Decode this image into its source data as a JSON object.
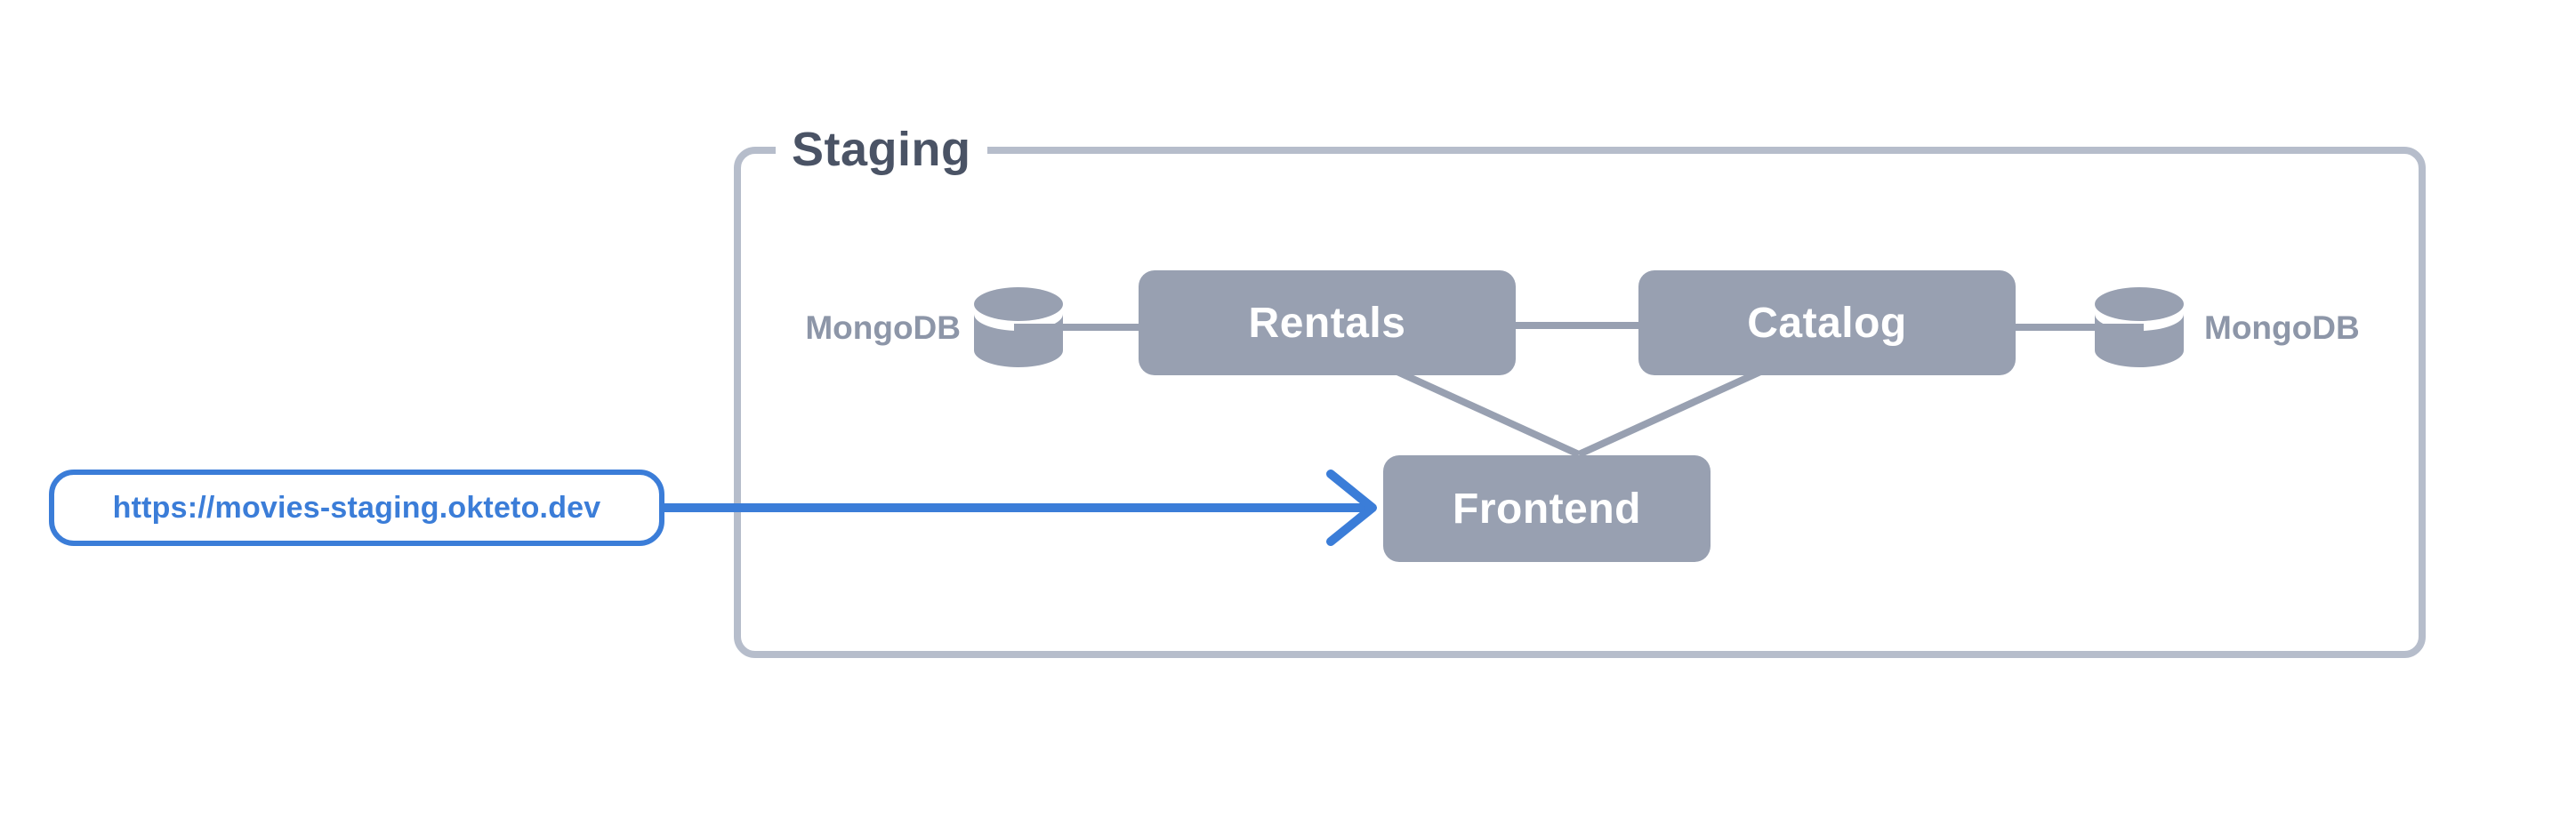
{
  "diagram": {
    "group": {
      "label": "Staging"
    },
    "services": [
      {
        "id": "rentals",
        "label": "Rentals"
      },
      {
        "id": "catalog",
        "label": "Catalog"
      },
      {
        "id": "frontend",
        "label": "Frontend"
      }
    ],
    "databases": [
      {
        "id": "mongodb-left",
        "label": "MongoDB",
        "position": "left",
        "attached_to": "rentals"
      },
      {
        "id": "mongodb-right",
        "label": "MongoDB",
        "position": "right",
        "attached_to": "catalog"
      }
    ],
    "url_badge": {
      "text": "https://movies-staging.okteto.dev",
      "points_to": "frontend"
    },
    "edges": [
      {
        "from": "mongodb-left",
        "to": "rentals",
        "style": "plain"
      },
      {
        "from": "rentals",
        "to": "catalog",
        "style": "plain"
      },
      {
        "from": "catalog",
        "to": "mongodb-right",
        "style": "plain"
      },
      {
        "from": "rentals",
        "to": "frontend",
        "style": "plain"
      },
      {
        "from": "catalog",
        "to": "frontend",
        "style": "plain"
      },
      {
        "from": "url_badge",
        "to": "frontend",
        "style": "arrow"
      }
    ],
    "colors": {
      "node_fill": "#98a0b1",
      "node_text": "#ffffff",
      "group_border": "#b6bdcb",
      "group_label_text": "#4a5365",
      "db_label_text": "#8d96a8",
      "connector": "#98a0b1",
      "accent_blue": "#3b7dd8",
      "background": "#ffffff"
    }
  }
}
